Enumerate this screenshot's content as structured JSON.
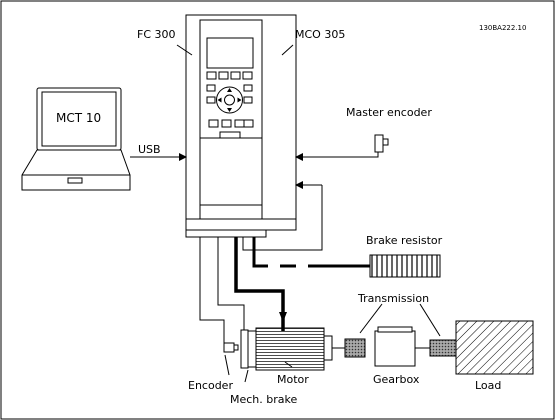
{
  "labels": {
    "fc300": "FC 300",
    "mco305": "MCO 305",
    "ref": "130BA222.10",
    "mct10": "MCT 10",
    "usb": "USB",
    "master_encoder": "Master encoder",
    "brake_resistor": "Brake resistor",
    "transmission": "Transmission",
    "encoder": "Encoder",
    "mech_brake": "Mech. brake",
    "motor": "Motor",
    "gearbox": "Gearbox",
    "load": "Load"
  }
}
